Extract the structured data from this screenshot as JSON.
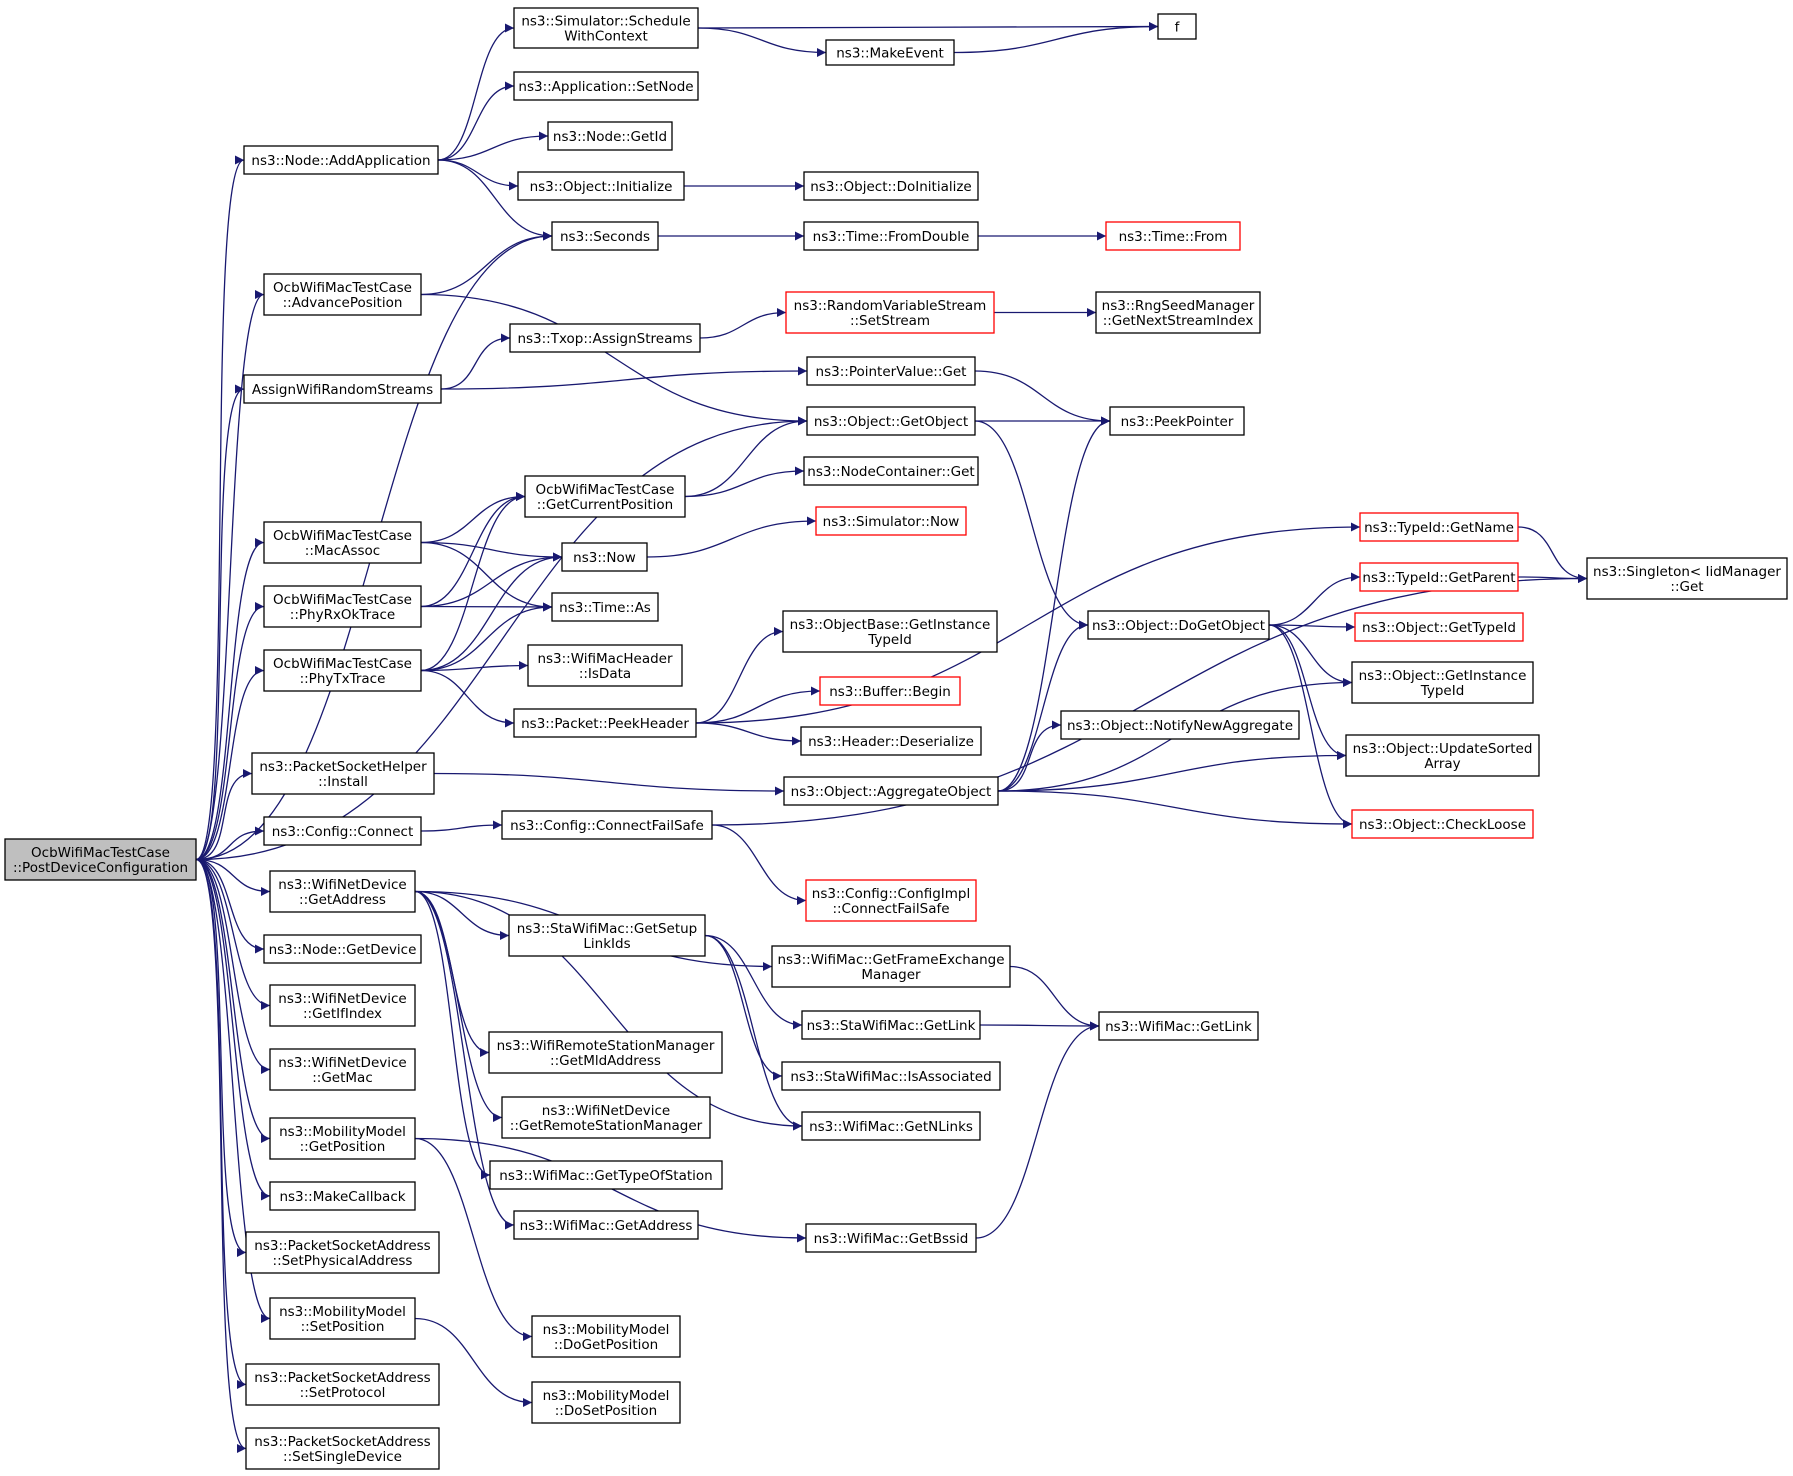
{
  "graph": {
    "root": "PostDeviceConfiguration",
    "edge_color": "#191970",
    "root_fill": "#bfbfbf",
    "truncated_border_color": "#ff0000",
    "nodes": [
      {
        "id": "PostDeviceConfiguration",
        "lines": [
          "OcbWifiMacTestCase",
          "::PostDeviceConfiguration"
        ],
        "root": true
      },
      {
        "id": "AddApplication",
        "lines": [
          "ns3::Node::AddApplication"
        ]
      },
      {
        "id": "AdvancePosition",
        "lines": [
          "OcbWifiMacTestCase",
          "::AdvancePosition"
        ]
      },
      {
        "id": "AssignWifiRandomStreams",
        "lines": [
          "AssignWifiRandomStreams"
        ]
      },
      {
        "id": "MacAssoc",
        "lines": [
          "OcbWifiMacTestCase",
          "::MacAssoc"
        ]
      },
      {
        "id": "PhyRxOkTrace",
        "lines": [
          "OcbWifiMacTestCase",
          "::PhyRxOkTrace"
        ]
      },
      {
        "id": "PhyTxTrace",
        "lines": [
          "OcbWifiMacTestCase",
          "::PhyTxTrace"
        ]
      },
      {
        "id": "PacketSocketHelperInstall",
        "lines": [
          "ns3::PacketSocketHelper",
          "::Install"
        ]
      },
      {
        "id": "ConfigConnect",
        "lines": [
          "ns3::Config::Connect"
        ]
      },
      {
        "id": "WifiNetDeviceGetAddress",
        "lines": [
          "ns3::WifiNetDevice",
          "::GetAddress"
        ]
      },
      {
        "id": "NodeGetDevice",
        "lines": [
          "ns3::Node::GetDevice"
        ]
      },
      {
        "id": "GetIfIndex",
        "lines": [
          "ns3::WifiNetDevice",
          "::GetIfIndex"
        ]
      },
      {
        "id": "WifiNetDeviceGetMac",
        "lines": [
          "ns3::WifiNetDevice",
          "::GetMac"
        ]
      },
      {
        "id": "MobilityGetPosition",
        "lines": [
          "ns3::MobilityModel",
          "::GetPosition"
        ]
      },
      {
        "id": "MakeCallback",
        "lines": [
          "ns3::MakeCallback"
        ]
      },
      {
        "id": "SetPhysicalAddress",
        "lines": [
          "ns3::PacketSocketAddress",
          "::SetPhysicalAddress"
        ]
      },
      {
        "id": "MobilitySetPosition",
        "lines": [
          "ns3::MobilityModel",
          "::SetPosition"
        ]
      },
      {
        "id": "SetProtocol",
        "lines": [
          "ns3::PacketSocketAddress",
          "::SetProtocol"
        ]
      },
      {
        "id": "SetSingleDevice",
        "lines": [
          "ns3::PacketSocketAddress",
          "::SetSingleDevice"
        ]
      },
      {
        "id": "ScheduleWithContext",
        "lines": [
          "ns3::Simulator::Schedule",
          "WithContext"
        ]
      },
      {
        "id": "ApplicationSetNode",
        "lines": [
          "ns3::Application::SetNode"
        ]
      },
      {
        "id": "NodeGetId",
        "lines": [
          "ns3::Node::GetId"
        ]
      },
      {
        "id": "ObjectInitialize",
        "lines": [
          "ns3::Object::Initialize"
        ]
      },
      {
        "id": "Seconds",
        "lines": [
          "ns3::Seconds"
        ]
      },
      {
        "id": "TxopAssignStreams",
        "lines": [
          "ns3::Txop::AssignStreams"
        ]
      },
      {
        "id": "GetCurrentPosition",
        "lines": [
          "OcbWifiMacTestCase",
          "::GetCurrentPosition"
        ]
      },
      {
        "id": "Now",
        "lines": [
          "ns3::Now"
        ]
      },
      {
        "id": "TimeAs",
        "lines": [
          "ns3::Time::As"
        ]
      },
      {
        "id": "IsData",
        "lines": [
          "ns3::WifiMacHeader",
          "::IsData"
        ]
      },
      {
        "id": "PeekHeader",
        "lines": [
          "ns3::Packet::PeekHeader"
        ]
      },
      {
        "id": "ConnectFailSafe",
        "lines": [
          "ns3::Config::ConnectFailSafe"
        ]
      },
      {
        "id": "StaGetSetupLinkIds",
        "lines": [
          "ns3::StaWifiMac::GetSetup",
          "LinkIds"
        ]
      },
      {
        "id": "GetMldAddress",
        "lines": [
          "ns3::WifiRemoteStationManager",
          "::GetMldAddress"
        ]
      },
      {
        "id": "GetRemoteStationManager",
        "lines": [
          "ns3::WifiNetDevice",
          "::GetRemoteStationManager"
        ]
      },
      {
        "id": "GetTypeOfStation",
        "lines": [
          "ns3::WifiMac::GetTypeOfStation"
        ]
      },
      {
        "id": "WifiMacGetAddress",
        "lines": [
          "ns3::WifiMac::GetAddress"
        ]
      },
      {
        "id": "DoGetPosition",
        "lines": [
          "ns3::MobilityModel",
          "::DoGetPosition"
        ]
      },
      {
        "id": "DoSetPosition",
        "lines": [
          "ns3::MobilityModel",
          "::DoSetPosition"
        ]
      },
      {
        "id": "f",
        "lines": [
          "f"
        ]
      },
      {
        "id": "MakeEvent",
        "lines": [
          "ns3::MakeEvent"
        ]
      },
      {
        "id": "DoInitialize",
        "lines": [
          "ns3::Object::DoInitialize"
        ]
      },
      {
        "id": "FromDouble",
        "lines": [
          "ns3::Time::FromDouble"
        ]
      },
      {
        "id": "SetStream",
        "lines": [
          "ns3::RandomVariableStream",
          "::SetStream"
        ],
        "red": true
      },
      {
        "id": "PointerValueGet",
        "lines": [
          "ns3::PointerValue::Get"
        ]
      },
      {
        "id": "GetObject",
        "lines": [
          "ns3::Object::GetObject"
        ]
      },
      {
        "id": "NodeContainerGet",
        "lines": [
          "ns3::NodeContainer::Get"
        ]
      },
      {
        "id": "SimulatorNow",
        "lines": [
          "ns3::Simulator::Now"
        ],
        "red": true
      },
      {
        "id": "GetInstanceTypeIdBase",
        "lines": [
          "ns3::ObjectBase::GetInstance",
          "TypeId"
        ]
      },
      {
        "id": "BufferBegin",
        "lines": [
          "ns3::Buffer::Begin"
        ],
        "red": true
      },
      {
        "id": "HeaderDeserialize",
        "lines": [
          "ns3::Header::Deserialize"
        ]
      },
      {
        "id": "AggregateObject",
        "lines": [
          "ns3::Object::AggregateObject"
        ]
      },
      {
        "id": "ConfigImplConnectFailSafe",
        "lines": [
          "ns3::Config::ConfigImpl",
          "::ConnectFailSafe"
        ],
        "red": true
      },
      {
        "id": "GetFrameExchangeManager",
        "lines": [
          "ns3::WifiMac::GetFrameExchange",
          "Manager"
        ]
      },
      {
        "id": "StaGetLink",
        "lines": [
          "ns3::StaWifiMac::GetLink"
        ]
      },
      {
        "id": "StaIsAssociated",
        "lines": [
          "ns3::StaWifiMac::IsAssociated"
        ]
      },
      {
        "id": "GetNLinks",
        "lines": [
          "ns3::WifiMac::GetNLinks"
        ]
      },
      {
        "id": "GetBssid",
        "lines": [
          "ns3::WifiMac::GetBssid"
        ]
      },
      {
        "id": "TimeFrom",
        "lines": [
          "ns3::Time::From"
        ],
        "red": true
      },
      {
        "id": "GetNextStreamIndex",
        "lines": [
          "ns3::RngSeedManager",
          "::GetNextStreamIndex"
        ]
      },
      {
        "id": "PeekPointer",
        "lines": [
          "ns3::PeekPointer"
        ]
      },
      {
        "id": "DoGetObject",
        "lines": [
          "ns3::Object::DoGetObject"
        ]
      },
      {
        "id": "NotifyNewAggregate",
        "lines": [
          "ns3::Object::NotifyNewAggregate"
        ]
      },
      {
        "id": "WifiMacGetLink",
        "lines": [
          "ns3::WifiMac::GetLink"
        ]
      },
      {
        "id": "TypeIdGetName",
        "lines": [
          "ns3::TypeId::GetName"
        ],
        "red": true
      },
      {
        "id": "TypeIdGetParent",
        "lines": [
          "ns3::TypeId::GetParent"
        ],
        "red": true
      },
      {
        "id": "ObjectGetTypeId",
        "lines": [
          "ns3::Object::GetTypeId"
        ],
        "red": true
      },
      {
        "id": "ObjectGetInstanceTypeId",
        "lines": [
          "ns3::Object::GetInstance",
          "TypeId"
        ]
      },
      {
        "id": "UpdateSortedArray",
        "lines": [
          "ns3::Object::UpdateSorted",
          "Array"
        ]
      },
      {
        "id": "CheckLoose",
        "lines": [
          "ns3::Object::CheckLoose"
        ],
        "red": true
      },
      {
        "id": "SingletonGet",
        "lines": [
          "ns3::Singleton< IidManager",
          "::Get"
        ]
      }
    ],
    "edges": [
      [
        "PostDeviceConfiguration",
        "AddApplication"
      ],
      [
        "PostDeviceConfiguration",
        "Seconds"
      ],
      [
        "PostDeviceConfiguration",
        "AdvancePosition"
      ],
      [
        "PostDeviceConfiguration",
        "AssignWifiRandomStreams"
      ],
      [
        "PostDeviceConfiguration",
        "GetObject"
      ],
      [
        "PostDeviceConfiguration",
        "MacAssoc"
      ],
      [
        "PostDeviceConfiguration",
        "PhyRxOkTrace"
      ],
      [
        "PostDeviceConfiguration",
        "PhyTxTrace"
      ],
      [
        "PostDeviceConfiguration",
        "PacketSocketHelperInstall"
      ],
      [
        "PostDeviceConfiguration",
        "ConfigConnect"
      ],
      [
        "PostDeviceConfiguration",
        "WifiNetDeviceGetAddress"
      ],
      [
        "PostDeviceConfiguration",
        "NodeGetDevice"
      ],
      [
        "PostDeviceConfiguration",
        "GetIfIndex"
      ],
      [
        "PostDeviceConfiguration",
        "WifiNetDeviceGetMac"
      ],
      [
        "PostDeviceConfiguration",
        "MobilityGetPosition"
      ],
      [
        "PostDeviceConfiguration",
        "MakeCallback"
      ],
      [
        "PostDeviceConfiguration",
        "SetPhysicalAddress"
      ],
      [
        "PostDeviceConfiguration",
        "MobilitySetPosition"
      ],
      [
        "PostDeviceConfiguration",
        "SetProtocol"
      ],
      [
        "PostDeviceConfiguration",
        "SetSingleDevice"
      ],
      [
        "AddApplication",
        "ScheduleWithContext"
      ],
      [
        "AddApplication",
        "ApplicationSetNode"
      ],
      [
        "AddApplication",
        "NodeGetId"
      ],
      [
        "AddApplication",
        "ObjectInitialize"
      ],
      [
        "AddApplication",
        "Seconds"
      ],
      [
        "ScheduleWithContext",
        "f"
      ],
      [
        "ScheduleWithContext",
        "MakeEvent"
      ],
      [
        "MakeEvent",
        "f"
      ],
      [
        "ObjectInitialize",
        "DoInitialize"
      ],
      [
        "Seconds",
        "FromDouble"
      ],
      [
        "FromDouble",
        "TimeFrom"
      ],
      [
        "AdvancePosition",
        "Seconds"
      ],
      [
        "AdvancePosition",
        "GetObject"
      ],
      [
        "AssignWifiRandomStreams",
        "TxopAssignStreams"
      ],
      [
        "AssignWifiRandomStreams",
        "PointerValueGet"
      ],
      [
        "TxopAssignStreams",
        "SetStream"
      ],
      [
        "SetStream",
        "GetNextStreamIndex"
      ],
      [
        "PointerValueGet",
        "PeekPointer"
      ],
      [
        "GetObject",
        "PeekPointer"
      ],
      [
        "GetObject",
        "DoGetObject"
      ],
      [
        "MacAssoc",
        "GetCurrentPosition"
      ],
      [
        "MacAssoc",
        "Now"
      ],
      [
        "MacAssoc",
        "TimeAs"
      ],
      [
        "PhyRxOkTrace",
        "GetCurrentPosition"
      ],
      [
        "PhyRxOkTrace",
        "Now"
      ],
      [
        "PhyRxOkTrace",
        "TimeAs"
      ],
      [
        "PhyTxTrace",
        "GetCurrentPosition"
      ],
      [
        "PhyTxTrace",
        "Now"
      ],
      [
        "PhyTxTrace",
        "TimeAs"
      ],
      [
        "PhyTxTrace",
        "IsData"
      ],
      [
        "PhyTxTrace",
        "PeekHeader"
      ],
      [
        "GetCurrentPosition",
        "GetObject"
      ],
      [
        "GetCurrentPosition",
        "NodeContainerGet"
      ],
      [
        "Now",
        "SimulatorNow"
      ],
      [
        "PeekHeader",
        "TypeIdGetName"
      ],
      [
        "PeekHeader",
        "GetInstanceTypeIdBase"
      ],
      [
        "PeekHeader",
        "BufferBegin"
      ],
      [
        "PeekHeader",
        "HeaderDeserialize"
      ],
      [
        "TypeIdGetName",
        "SingletonGet"
      ],
      [
        "DoGetObject",
        "TypeIdGetParent"
      ],
      [
        "DoGetObject",
        "ObjectGetTypeId"
      ],
      [
        "DoGetObject",
        "ObjectGetInstanceTypeId"
      ],
      [
        "DoGetObject",
        "UpdateSortedArray"
      ],
      [
        "DoGetObject",
        "CheckLoose"
      ],
      [
        "TypeIdGetParent",
        "SingletonGet"
      ],
      [
        "PacketSocketHelperInstall",
        "AggregateObject"
      ],
      [
        "AggregateObject",
        "PeekPointer"
      ],
      [
        "AggregateObject",
        "DoGetObject"
      ],
      [
        "AggregateObject",
        "ObjectGetInstanceTypeId"
      ],
      [
        "AggregateObject",
        "NotifyNewAggregate"
      ],
      [
        "AggregateObject",
        "UpdateSortedArray"
      ],
      [
        "AggregateObject",
        "CheckLoose"
      ],
      [
        "ConfigConnect",
        "ConnectFailSafe"
      ],
      [
        "ConnectFailSafe",
        "ConfigImplConnectFailSafe"
      ],
      [
        "ConnectFailSafe",
        "SingletonGet"
      ],
      [
        "WifiNetDeviceGetAddress",
        "GetFrameExchangeManager"
      ],
      [
        "WifiNetDeviceGetAddress",
        "StaGetSetupLinkIds"
      ],
      [
        "WifiNetDeviceGetAddress",
        "GetNLinks"
      ],
      [
        "WifiNetDeviceGetAddress",
        "GetMldAddress"
      ],
      [
        "WifiNetDeviceGetAddress",
        "GetRemoteStationManager"
      ],
      [
        "WifiNetDeviceGetAddress",
        "GetTypeOfStation"
      ],
      [
        "WifiNetDeviceGetAddress",
        "WifiMacGetAddress"
      ],
      [
        "GetFrameExchangeManager",
        "WifiMacGetLink"
      ],
      [
        "StaGetSetupLinkIds",
        "StaGetLink"
      ],
      [
        "StaGetSetupLinkIds",
        "StaIsAssociated"
      ],
      [
        "StaGetSetupLinkIds",
        "GetNLinks"
      ],
      [
        "StaGetLink",
        "WifiMacGetLink"
      ],
      [
        "MobilityGetPosition",
        "GetBssid"
      ],
      [
        "MobilityGetPosition",
        "DoGetPosition"
      ],
      [
        "GetBssid",
        "WifiMacGetLink"
      ],
      [
        "MobilitySetPosition",
        "DoSetPosition"
      ]
    ]
  }
}
